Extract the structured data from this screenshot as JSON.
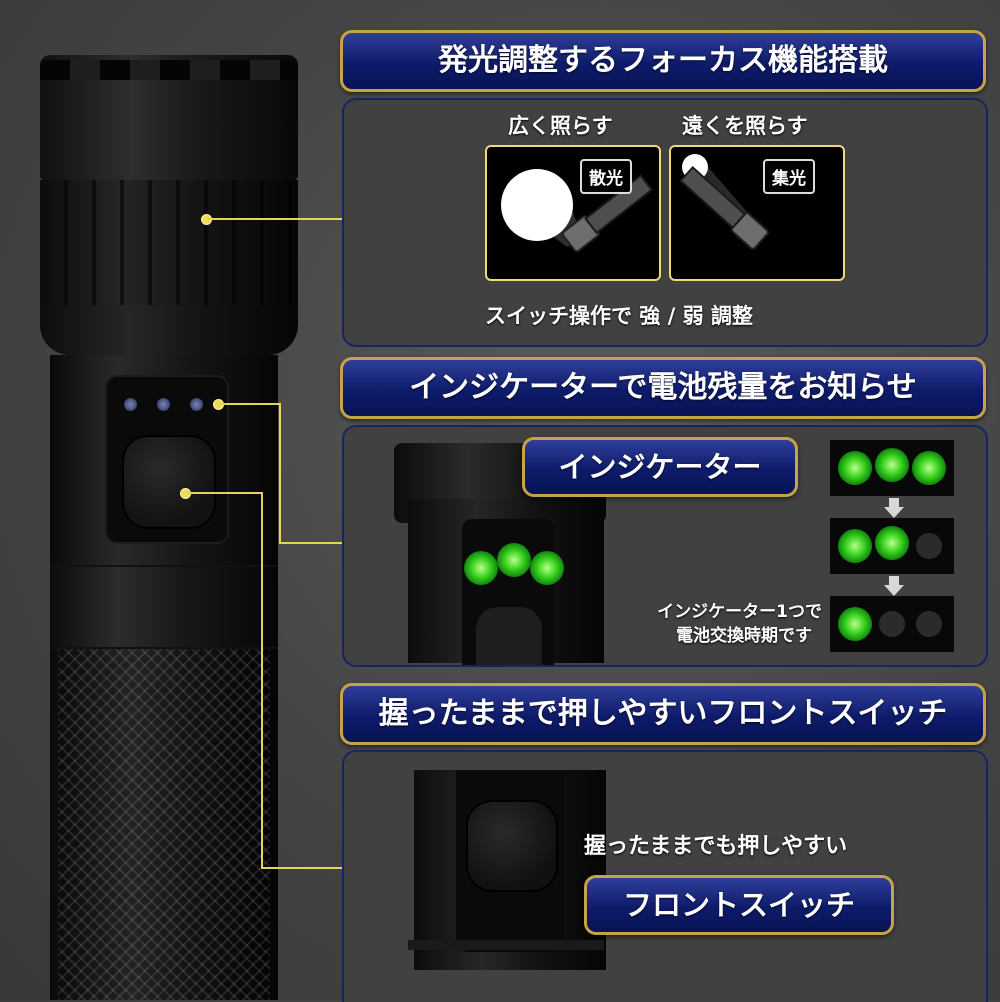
{
  "banners": {
    "focus": "発光調整するフォーカス機能搭載",
    "indicator": "インジケーターで電池残量をお知らせ",
    "switch": "握ったままで押しやすいフロントスイッチ"
  },
  "focus": {
    "wide_caption": "広く照らす",
    "far_caption": "遠くを照らす",
    "wide_tag": "散光",
    "far_tag": "集光",
    "note": "スイッチ操作で 強 / 弱 調整"
  },
  "indicator": {
    "label": "インジケーター",
    "note_line1": "インジケーター1つで",
    "note_line2": "電池交換時期です",
    "levels": [
      3,
      2,
      1
    ]
  },
  "front_switch": {
    "caption": "握ったままでも押しやすい",
    "label": "フロントスイッチ"
  },
  "colors": {
    "banner_blue": "#0e1b6a",
    "banner_border": "#c6a345",
    "callout_line": "#e8d35a",
    "led_green": "#38d11f"
  }
}
